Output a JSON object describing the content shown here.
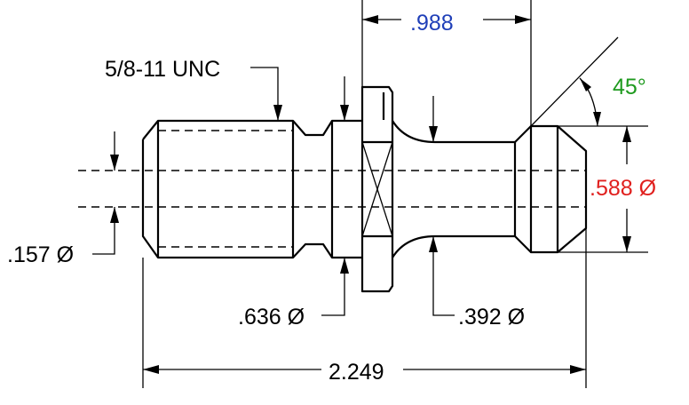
{
  "title": "",
  "colors": {
    "outline": "#000000",
    "dim_blue": "#1f3fb8",
    "dim_red": "#e0201e",
    "dim_green": "#1e9a1e"
  },
  "dimensions": {
    "thread": "5/8-11 UNC",
    "top_length": ".988",
    "angle": "45°",
    "head_diameter": ".588 Ø",
    "bore_diameter": ".157 Ø",
    "flange_diameter": ".636 Ø",
    "neck_diameter": ".392 Ø",
    "overall_length": "2.249"
  }
}
